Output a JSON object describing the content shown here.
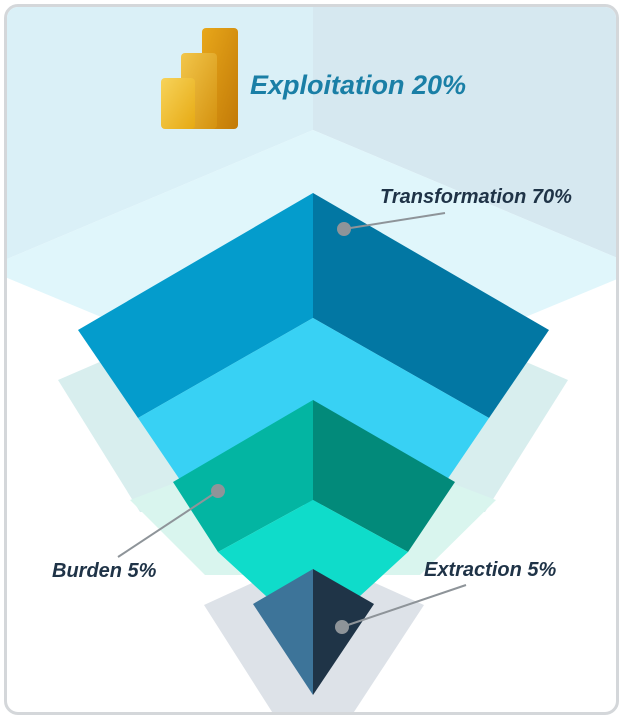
{
  "title": "Exploitation 20%",
  "layers": [
    {
      "id": "transformation",
      "label": "Transformation 70%"
    },
    {
      "id": "burden",
      "label": "Burden 5%"
    },
    {
      "id": "extraction",
      "label": "Extraction 5%"
    }
  ],
  "colors": {
    "title_text": "#1a7fa6",
    "label_text": "#1f3347",
    "leader": "#8e9499",
    "top_left": "#daf0f7",
    "top_right": "#d6e8f0",
    "top_front": "#e0f6fb",
    "transform_left": "#049ccc",
    "transform_right": "#0277a3",
    "transform_front": "#38d1f4",
    "transform_halo": "#d8eeee",
    "burden_left": "#03b5a2",
    "burden_right": "#028a7a",
    "burden_front": "#0fdcca",
    "burden_halo": "#d9f5ee",
    "extract_left": "#3d7499",
    "extract_right": "#1f3447",
    "extract_halo": "#dde2e8"
  },
  "icon": "power-bi-logo-icon"
}
